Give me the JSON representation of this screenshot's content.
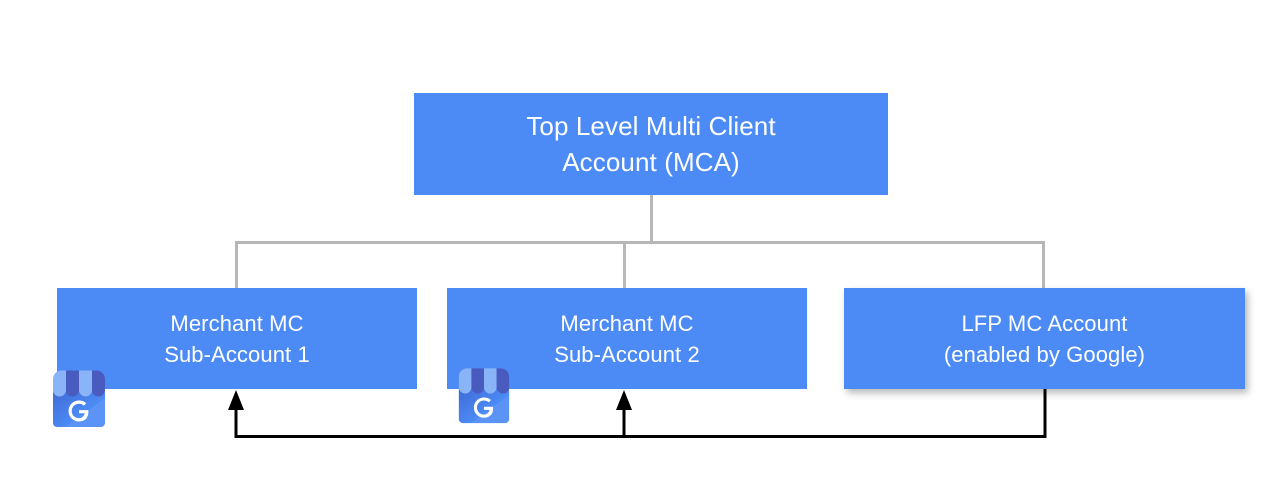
{
  "diagram": {
    "type": "org-hierarchy",
    "title": "",
    "colors": {
      "node_fill": "#4c8bf5",
      "node_text": "#ffffff",
      "tree_connector": "#b7b7b7",
      "flow_arrow": "#000000",
      "background": "#ffffff"
    },
    "nodes": [
      {
        "id": "mca",
        "line1": "Top Level Multi Client",
        "line2": "Account (MCA)",
        "level": 0
      },
      {
        "id": "sub1",
        "line1": "Merchant MC",
        "line2": "Sub-Account 1",
        "level": 1,
        "icon": "google-my-business-icon"
      },
      {
        "id": "sub2",
        "line1": "Merchant MC",
        "line2": "Sub-Account 2",
        "level": 1,
        "icon": "google-my-business-icon"
      },
      {
        "id": "lfp",
        "line1": "LFP MC Account",
        "line2": "(enabled by Google)",
        "level": 1
      }
    ],
    "edges": [
      {
        "from": "mca",
        "to": "sub1",
        "style": "tree",
        "arrow": false
      },
      {
        "from": "mca",
        "to": "sub2",
        "style": "tree",
        "arrow": false
      },
      {
        "from": "mca",
        "to": "lfp",
        "style": "tree",
        "arrow": false
      },
      {
        "from": "lfp",
        "to": "sub1",
        "style": "flow",
        "arrow": true
      },
      {
        "from": "lfp",
        "to": "sub2",
        "style": "flow",
        "arrow": true
      }
    ],
    "icons": {
      "gmb_letter": "G"
    }
  }
}
